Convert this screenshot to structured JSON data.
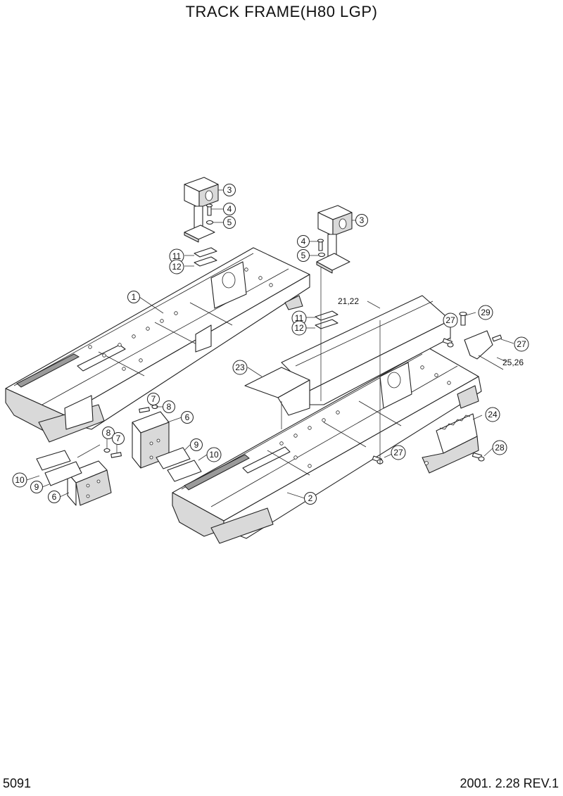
{
  "title": "TRACK FRAME(H80 LGP)",
  "page_number": "5091",
  "revision": "2001. 2.28 REV.1",
  "callouts": {
    "c1": "1",
    "c2": "2",
    "c3": "3",
    "c4": "4",
    "c5": "5",
    "c6": "6",
    "c7": "7",
    "c8": "8",
    "c9": "9",
    "c10": "10",
    "c11": "11",
    "c12": "12",
    "c21_22": "21,22",
    "c23": "23",
    "c24": "24",
    "c25_26": "25,26",
    "c27": "27",
    "c28": "28",
    "c29": "29"
  }
}
